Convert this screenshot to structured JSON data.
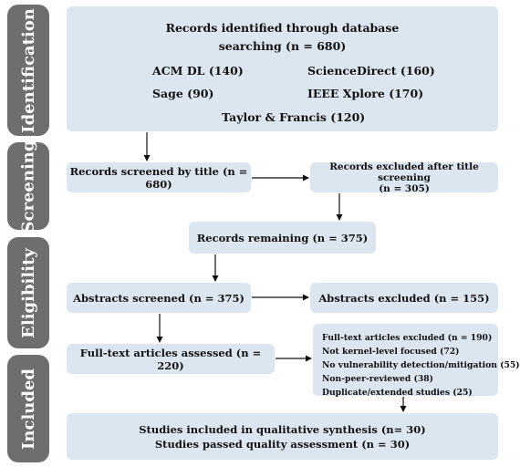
{
  "phases": {
    "identification": "Identification",
    "screening": "Screening",
    "eligibility": "Eligibility",
    "included": "Included"
  },
  "identification": {
    "title_line1": "Records identified through database",
    "title_line2": "searching (n = 680)",
    "databases": [
      "ACM DL (140)",
      "ScienceDirect (160)",
      "Sage (90)",
      "IEEE Xplore (170)",
      "Taylor & Francis (120)"
    ]
  },
  "screening": {
    "screened": "Records screened by title (n = 680)",
    "excluded_line1": "Records excluded after title screening",
    "excluded_line2": "(n = 305)",
    "remaining": "Records remaining (n = 375)"
  },
  "eligibility": {
    "abstracts_screened": "Abstracts screened (n = 375)",
    "abstracts_excluded": "Abstracts excluded (n = 155)",
    "fulltext_assessed": "Full-text articles assessed (n = 220)",
    "fulltext_excluded": [
      "Full-text articles excluded (n = 190)",
      "Not kernel-level focused (72)",
      "No vulnerability detection/mitigation (55)",
      "Non-peer-reviewed (38)",
      "Duplicate/extended studies (25)"
    ]
  },
  "included": {
    "line1": "Studies included in qualitative synthesis (n= 30)",
    "line2": "Studies passed quality assessment (n = 30)"
  },
  "colors": {
    "box_fill": "#dce6f1",
    "phase_fill": "#6e6e6e",
    "arrow": "#111111"
  }
}
